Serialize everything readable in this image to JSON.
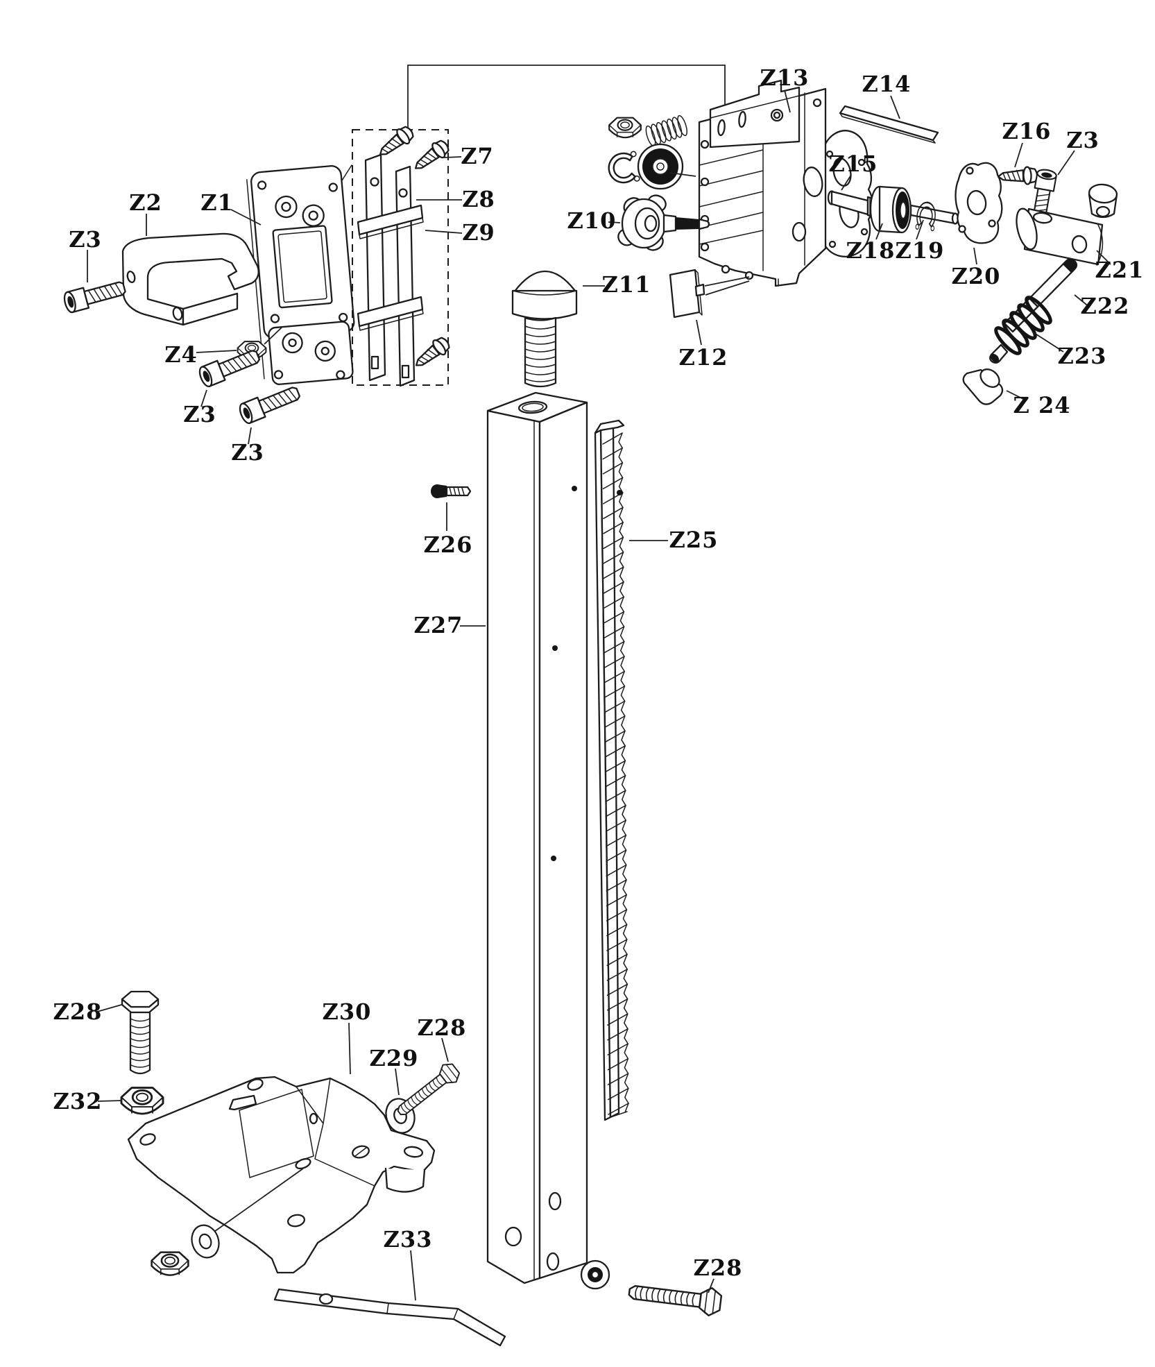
{
  "diagram": {
    "type": "exploded-parts-diagram",
    "colors": {
      "background": "#ffffff",
      "line": "#1c1c1c"
    },
    "labels": {
      "z1": "Z1",
      "z2": "Z2",
      "z3": "Z3",
      "z4": "Z4",
      "z7": "Z7",
      "z8": "Z8",
      "z9": "Z9",
      "z10": "Z10",
      "z11": "Z11",
      "z12": "Z12",
      "z13": "Z13",
      "z14": "Z14",
      "z15": "Z15",
      "z16": "Z16",
      "z18": "Z18",
      "z19": "Z19",
      "z20": "Z20",
      "z21": "Z21",
      "z22": "Z22",
      "z23": "Z23",
      "z24": "Z 24",
      "z25": "Z25",
      "z26": "Z26",
      "z27": "Z27",
      "z28": "Z28",
      "z29": "Z29",
      "z30": "Z30",
      "z32": "Z32",
      "z33": "Z33"
    }
  }
}
